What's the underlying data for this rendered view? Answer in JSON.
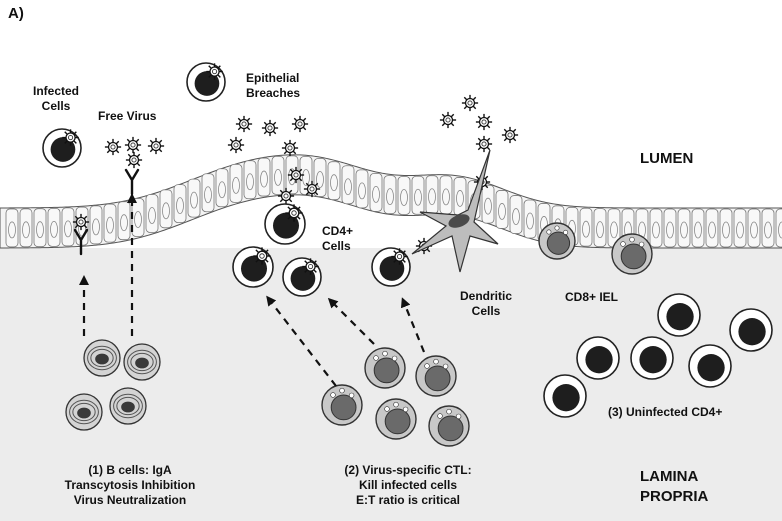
{
  "panel_label": "A)",
  "labels": {
    "infected_cells": [
      "Infected",
      "Cells"
    ],
    "free_virus": "Free Virus",
    "epithelial_breaches": [
      "Epithelial",
      "Breaches"
    ],
    "lumen": "LUMEN",
    "cd4_cells": [
      "CD4+",
      "Cells"
    ],
    "dendritic_cells": [
      "Dendritic",
      "Cells"
    ],
    "cd8_iel": "CD8+ IEL",
    "uninfected_cd4": "(3) Uninfected CD4+",
    "lamina_propria": [
      "LAMINA",
      "PROPRIA"
    ]
  },
  "captions": {
    "b_cells": [
      "(1) B cells:  IgA",
      "Transcytosis Inhibition",
      "Virus Neutralization"
    ],
    "ctl": [
      "(2) Virus-specific CTL:",
      "Kill infected cells",
      "E:T ratio is critical"
    ]
  },
  "colors": {
    "tissue": "#ececec",
    "epithelium_fill": "#f4f4f4",
    "cell_outline": "#555555",
    "dark_nucleus": "#1e1e1e",
    "gray_cell": "#c8c8c8",
    "gray_nucleus": "#6a6a6a",
    "dendritic": "#bdbdbd"
  },
  "icons": [
    "virus-icon",
    "antibody-icon",
    "cell-icon",
    "dendritic-cell-icon",
    "arrow-icon"
  ]
}
